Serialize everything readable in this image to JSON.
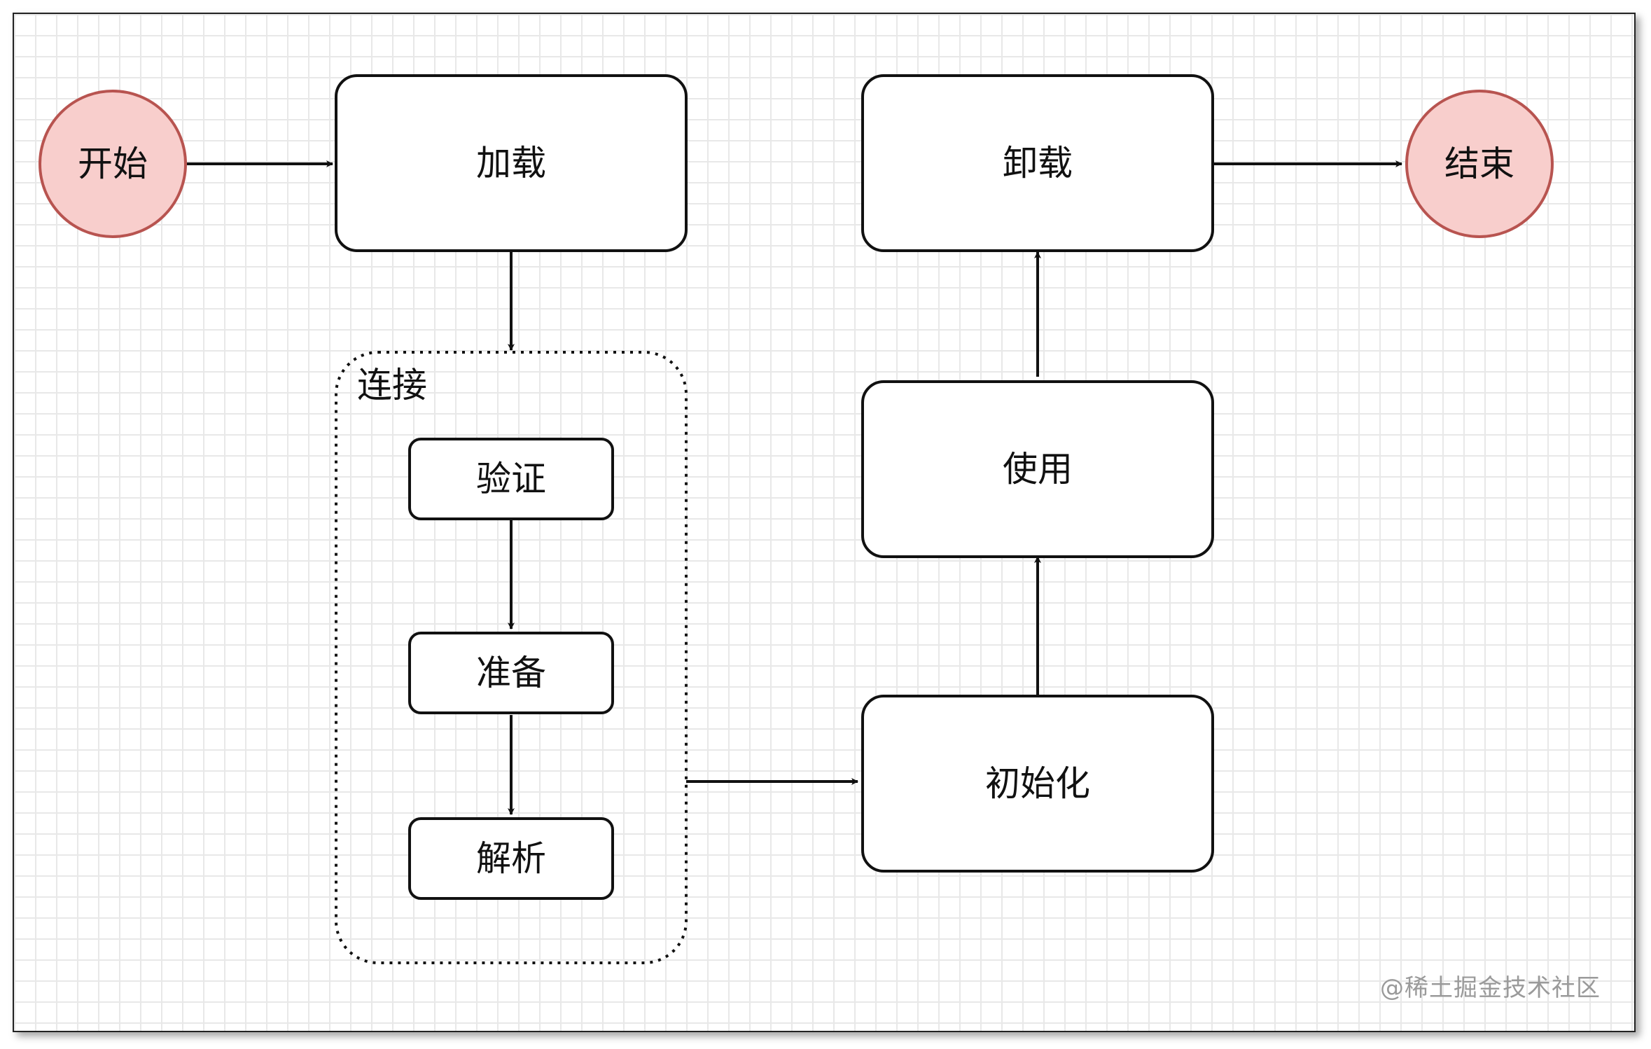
{
  "colors": {
    "terminal_fill": "#f8cecc",
    "terminal_stroke": "#b85450",
    "box_fill": "#ffffff",
    "line": "#111111"
  },
  "nodes": {
    "start": "开始",
    "load": "加载",
    "link_group": "连接",
    "verify": "验证",
    "prepare": "准备",
    "resolve": "解析",
    "init": "初始化",
    "use": "使用",
    "unload": "卸载",
    "end": "结束"
  },
  "watermark": "@稀土掘金技术社区"
}
